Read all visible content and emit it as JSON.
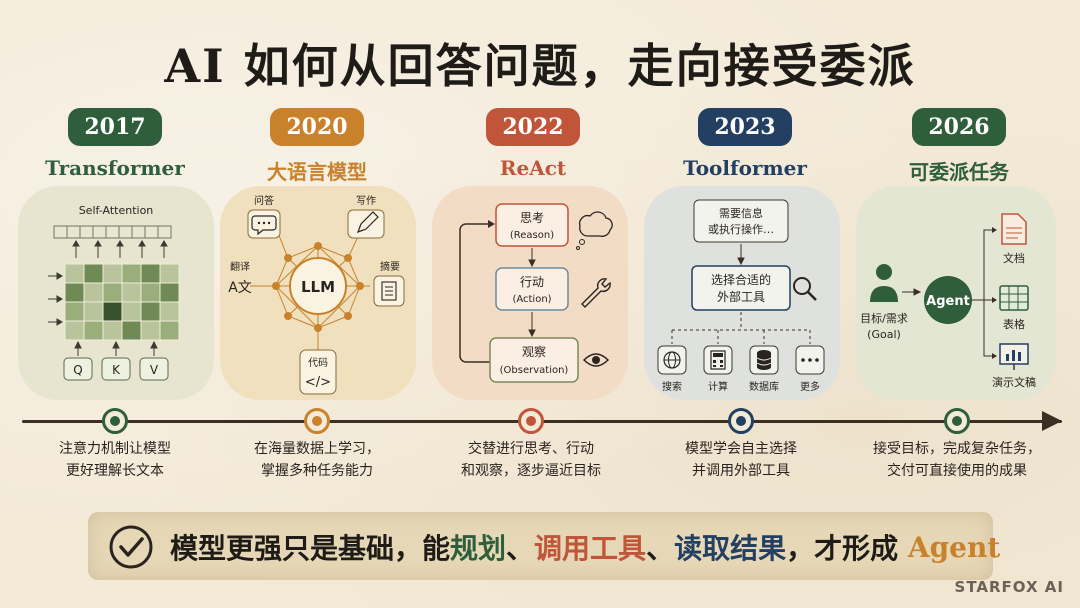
{
  "title": "AI 如何从回答问题，走向接受委派",
  "colors": {
    "green": "#2f5e3c",
    "orange": "#c9822b",
    "red": "#c0553a",
    "navy": "#233f61",
    "brand_gray": "#6c6156"
  },
  "stages": [
    {
      "year": "2017",
      "name": "Transformer",
      "desc_line1": "注意力机制让模型",
      "desc_line2": "更好理解长文本",
      "panel": {
        "caption": "Self-Attention",
        "qkv": [
          "Q",
          "K",
          "V"
        ]
      }
    },
    {
      "year": "2020",
      "name": "大语言模型",
      "desc_line1": "在海量数据上学习，",
      "desc_line2": "掌握多种任务能力",
      "panel": {
        "center": "LLM",
        "qa": "问答",
        "write": "写作",
        "translate": "翻译",
        "translate_glyph": "A文",
        "summary": "摘要",
        "code": "代码",
        "code_glyph": "</>"
      }
    },
    {
      "year": "2022",
      "name": "ReAct",
      "desc_line1": "交替进行思考、行动",
      "desc_line2": "和观察，逐步逼近目标",
      "panel": {
        "think": "思考",
        "think_en": "(Reason)",
        "act": "行动",
        "act_en": "(Action)",
        "observe": "观察",
        "observe_en": "(Observation)"
      }
    },
    {
      "year": "2023",
      "name": "Toolformer",
      "desc_line1": "模型学会自主选择",
      "desc_line2": "并调用外部工具",
      "panel": {
        "need_line1": "需要信息",
        "need_line2": "或执行操作…",
        "select_line1": "选择合适的",
        "select_line2": "外部工具",
        "tools": [
          "搜索",
          "计算",
          "数据库",
          "更多"
        ]
      }
    },
    {
      "year": "2026",
      "name": "可委派任务",
      "desc_line1": "接受目标，完成复杂任务，",
      "desc_line2": "交付可直接使用的成果",
      "panel": {
        "goal_line1": "目标/需求",
        "goal_line2": "(Goal)",
        "agent": "Agent",
        "outputs": [
          "文档",
          "表格",
          "演示文稿"
        ]
      }
    }
  ],
  "banner": {
    "part1": "模型更强只是基础，能",
    "kw1": "规划",
    "sep1": "、",
    "kw2": "调用工具",
    "sep2": "、",
    "kw3": "读取结果",
    "part2": "，才形成 ",
    "kw4": "Agent"
  },
  "brand": "STARFOX AI"
}
